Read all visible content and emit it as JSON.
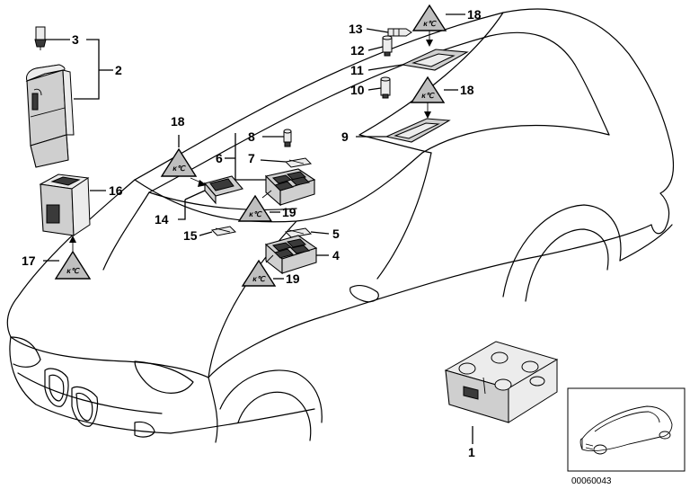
{
  "callouts": {
    "c1": "1",
    "c2": "2",
    "c3": "3",
    "c4": "4",
    "c5": "5",
    "c6": "6",
    "c7": "7",
    "c8": "8",
    "c9": "9",
    "c10": "10",
    "c11": "11",
    "c12": "12",
    "c13": "13",
    "c14": "14",
    "c15": "15",
    "c16": "16",
    "c17": "17",
    "c18a": "18",
    "c18b": "18",
    "c18c": "18",
    "c19a": "19",
    "c19b": "19"
  },
  "warning_symbol_text": "ᴋ℃",
  "reference_number": "00060043"
}
